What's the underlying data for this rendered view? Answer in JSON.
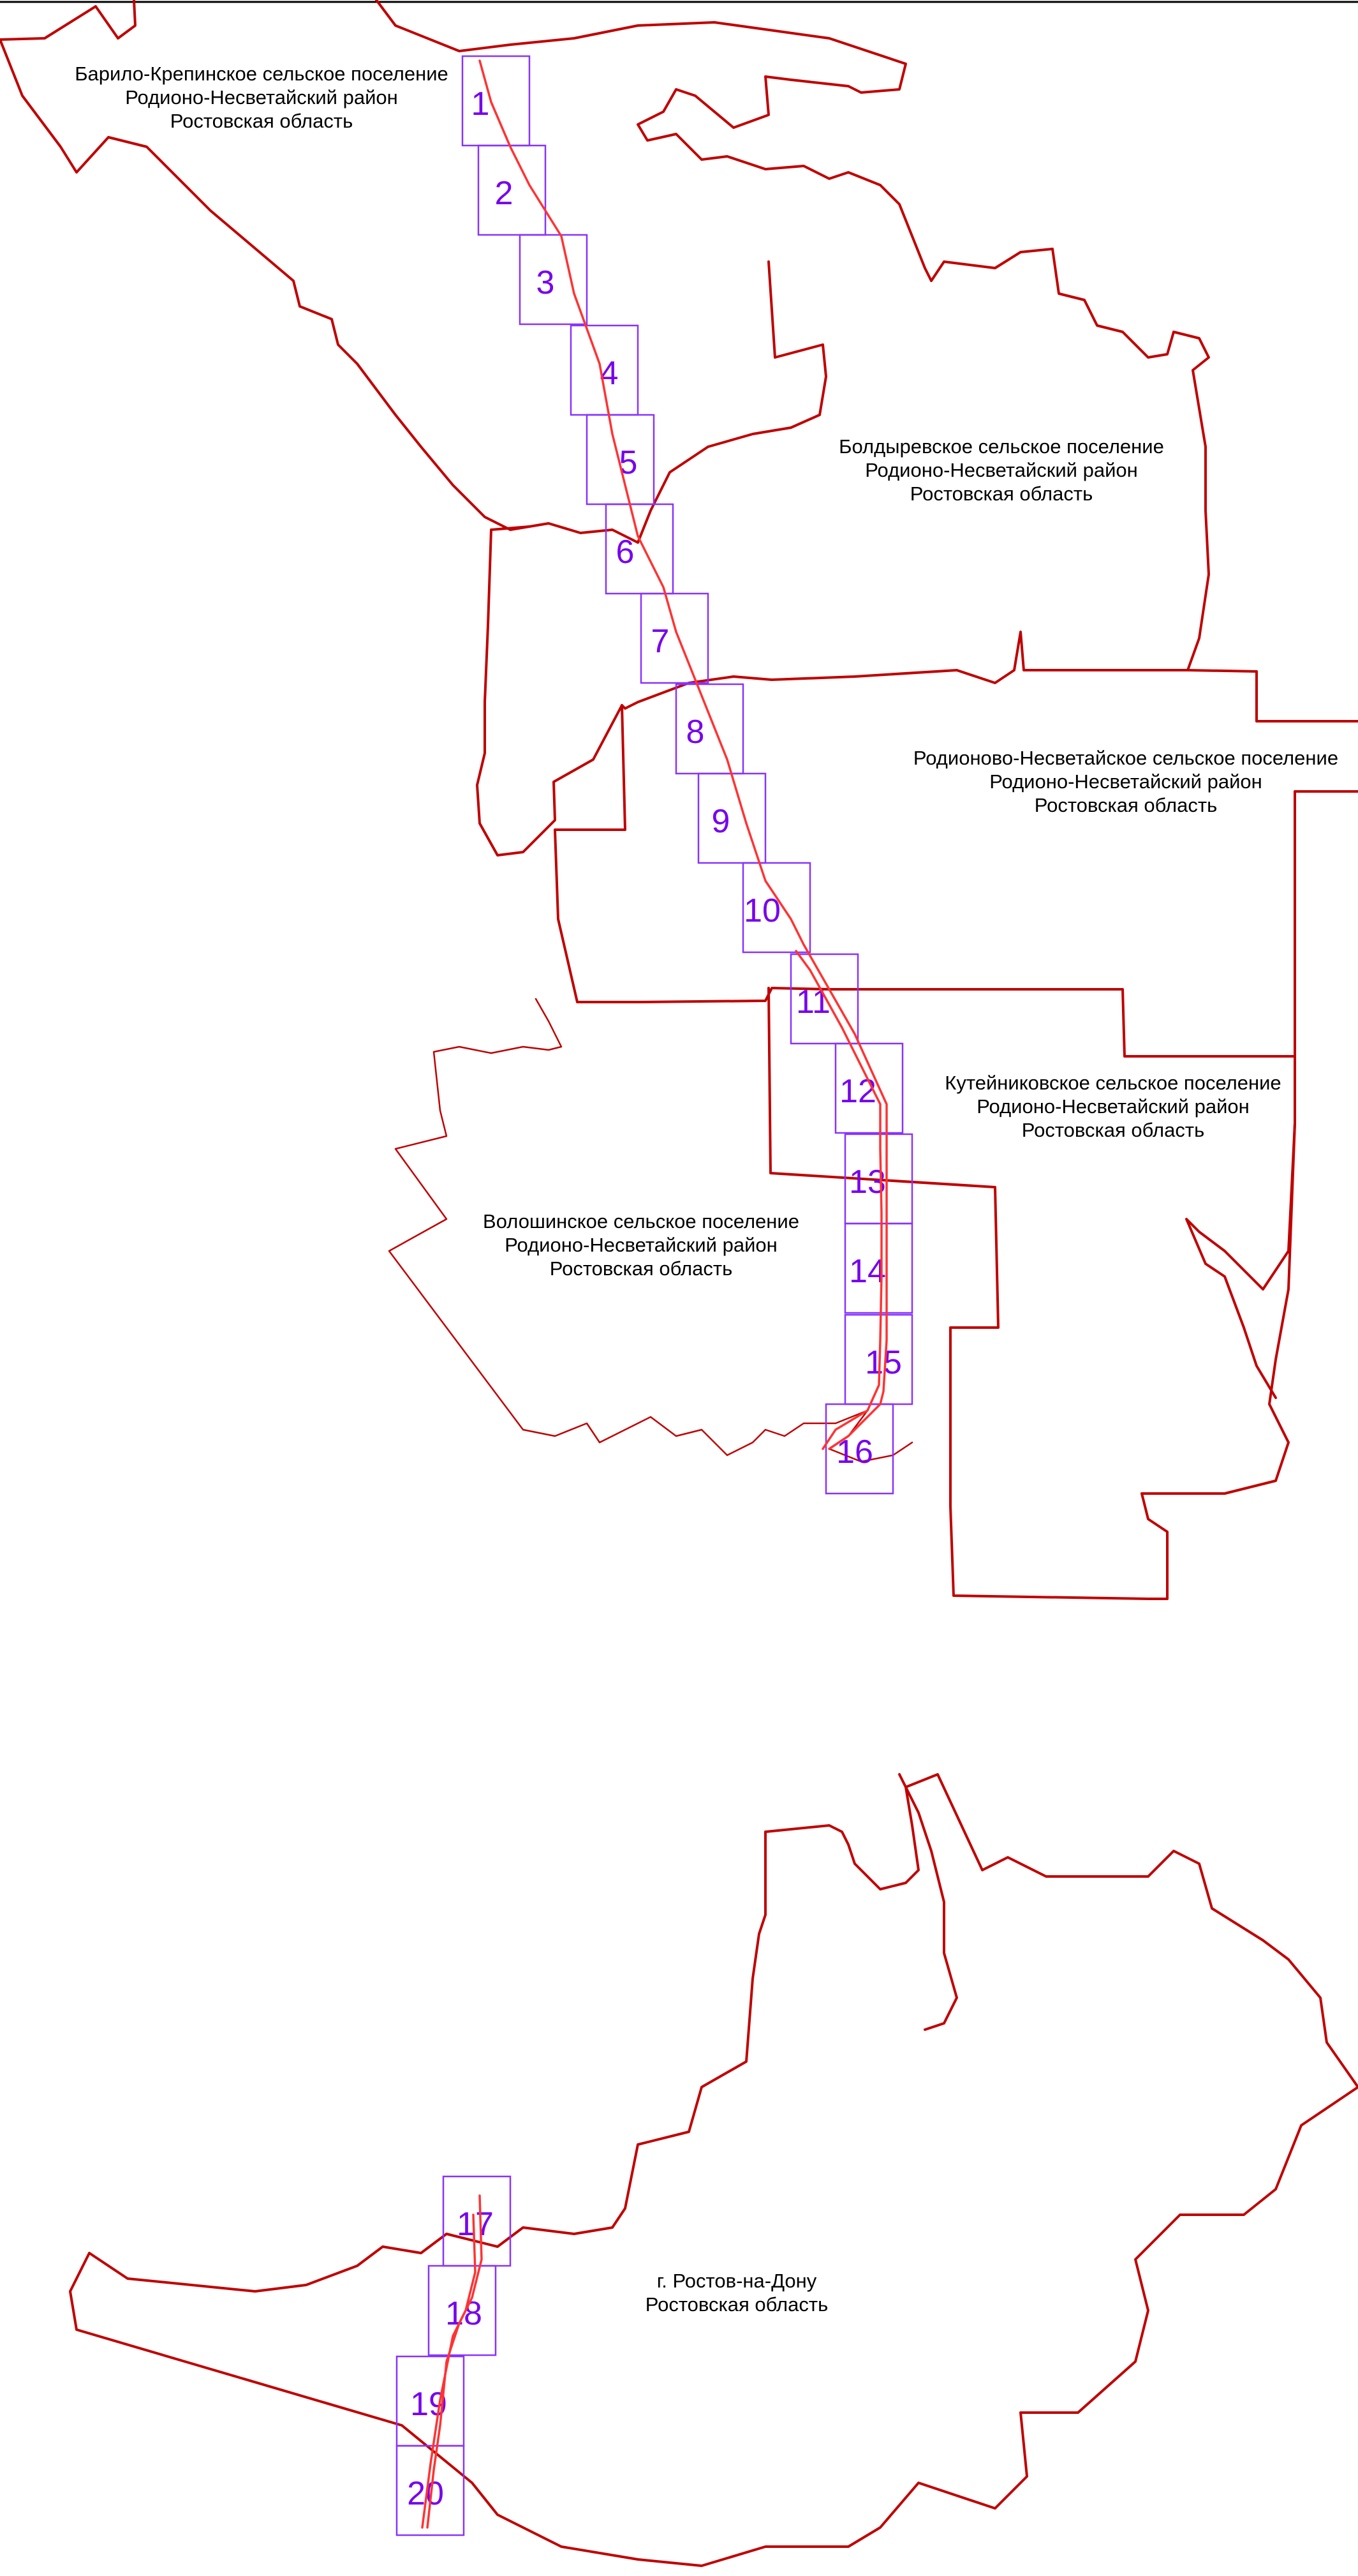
{
  "colors": {
    "boundary": "#c00000",
    "route": "#ff3333",
    "grid": "#8833ff",
    "grid_text": "#7700ee",
    "text": "#000000"
  },
  "labels": [
    {
      "id": "barilo",
      "lines": [
        "Барило-Крепинское сельское поселение",
        "Родионо-Несветайский район",
        "Ростовская область"
      ]
    },
    {
      "id": "boldyrev",
      "lines": [
        "Болдыревское сельское поселение",
        "Родионо-Несветайский район",
        "Ростовская область"
      ]
    },
    {
      "id": "rodionovo",
      "lines": [
        "Родионово-Несветайское сельское поселение",
        "Родионо-Несветайский район",
        "Ростовская область"
      ]
    },
    {
      "id": "kuteinikov",
      "lines": [
        "Кутейниковское сельское поселение",
        "Родионо-Несветайский район",
        "Ростовская область"
      ]
    },
    {
      "id": "voloshin",
      "lines": [
        "Волошинское сельское поселение",
        "Родионо-Несветайский район",
        "Ростовская область"
      ]
    },
    {
      "id": "rostov",
      "lines": [
        "г. Ростов-на-Дону",
        "Ростовская область"
      ]
    }
  ],
  "sheets": [
    "1",
    "2",
    "3",
    "4",
    "5",
    "6",
    "7",
    "8",
    "9",
    "10",
    "11",
    "12",
    "13",
    "14",
    "15",
    "16",
    "17",
    "18",
    "19",
    "20"
  ]
}
